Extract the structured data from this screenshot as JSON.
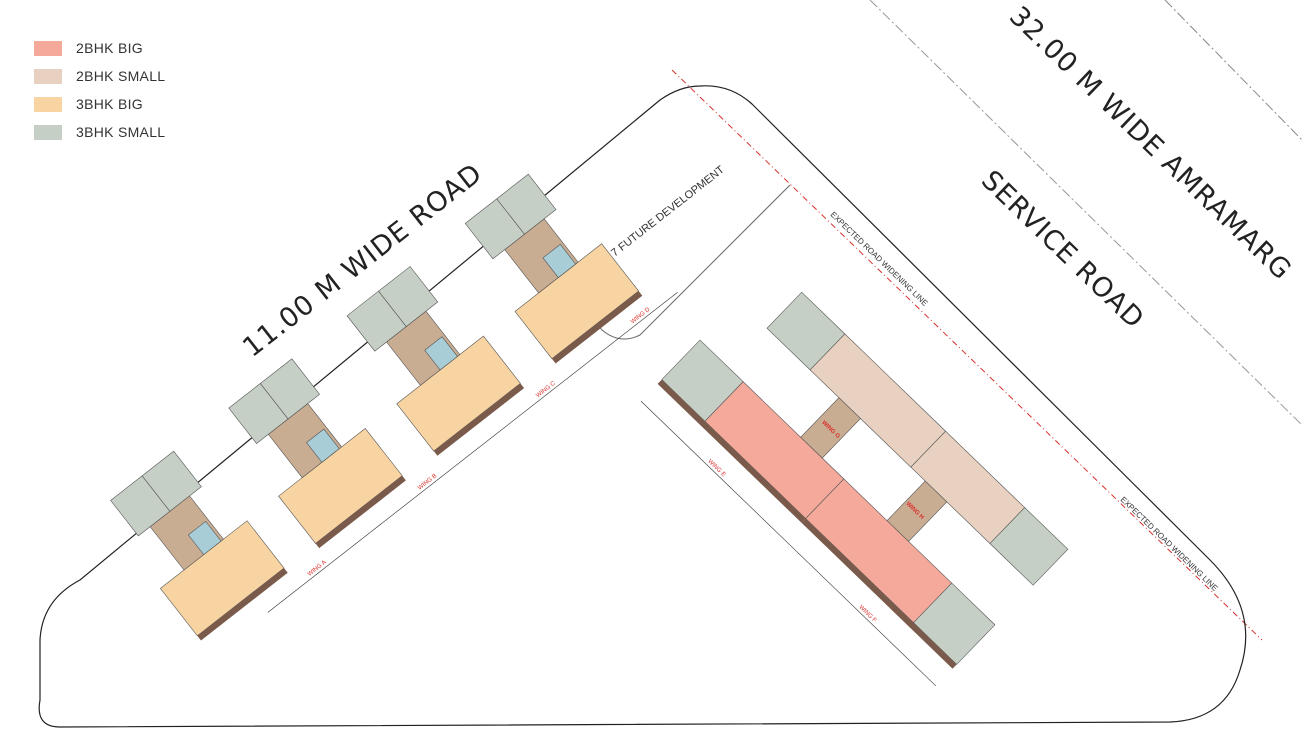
{
  "legend": [
    {
      "label": "2BHK BIG",
      "color": "#f4a99b"
    },
    {
      "label": "2BHK SMALL",
      "color": "#e8d1c0"
    },
    {
      "label": "3BHK BIG",
      "color": "#f8d4a2"
    },
    {
      "label": "3BHK SMALL",
      "color": "#c5cfc5"
    }
  ],
  "roads": {
    "main_road": "32.00 M WIDE  AMRAMARG",
    "service_road": "SERVICE ROAD",
    "side_road": "11.00 M  WIDE  ROAD"
  },
  "future_development": "G + 7 FUTURE DEVELOPMENT",
  "widening_line": "EXPECTED ROAD WIDENING LINE",
  "wings": {
    "a": "WING A",
    "b": "WING B",
    "c": "WING C",
    "d": "WING D",
    "e": "WING E",
    "f": "WING F",
    "g": "WING G",
    "h": "WING H"
  },
  "colors": {
    "core": "#c9ad93",
    "lift": "#a8cdd6",
    "outline": "#222222",
    "dim_line": "#333333",
    "widening": "#d9302c",
    "balcony": "#7a5a4a"
  }
}
